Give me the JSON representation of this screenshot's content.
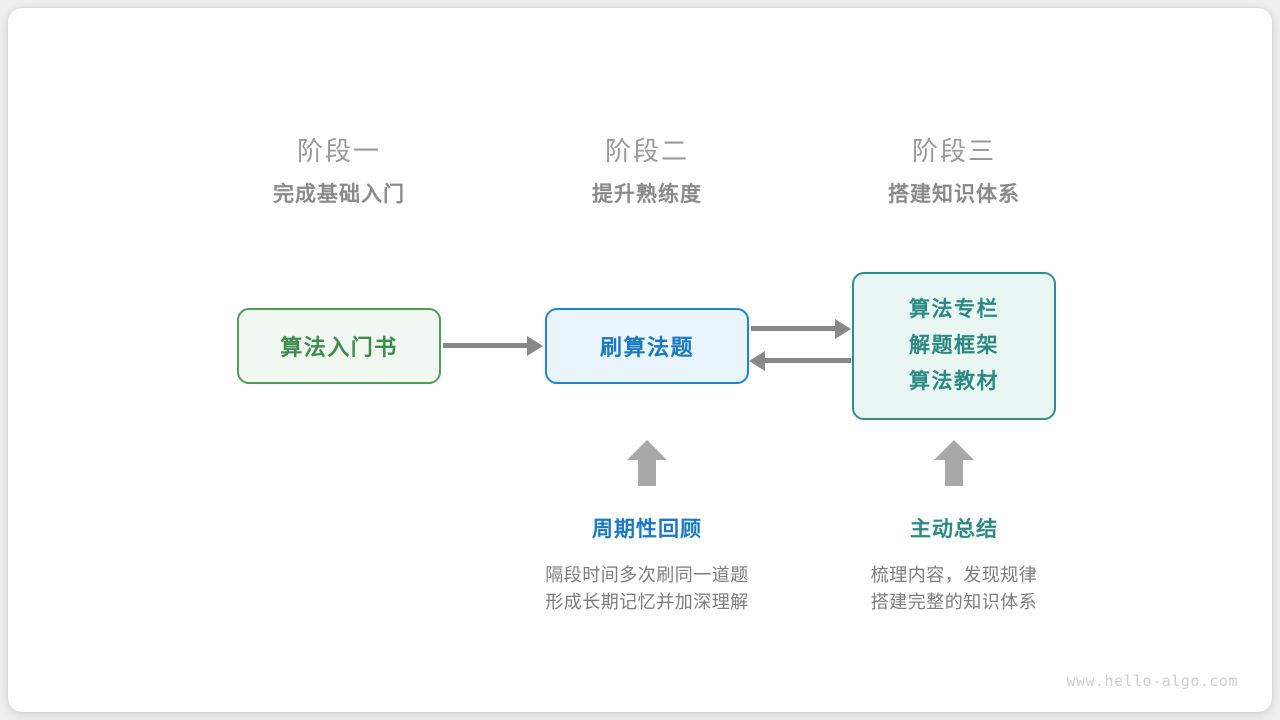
{
  "stages": [
    {
      "number": "阶段一",
      "name": "完成基础入门"
    },
    {
      "number": "阶段二",
      "name": "提升熟练度"
    },
    {
      "number": "阶段三",
      "name": "搭建知识体系"
    }
  ],
  "nodes": {
    "book": {
      "lines": [
        "算法入门书"
      ],
      "border_color": "#4e9c5e",
      "fill_color": "#f1f8f1",
      "text_color": "#3d8c4e"
    },
    "practice": {
      "lines": [
        "刷算法题"
      ],
      "border_color": "#1d86d2",
      "fill_color": "#e9f4fd",
      "text_color": "#1a79c4"
    },
    "resources": {
      "lines": [
        "算法专栏",
        "解题框架",
        "算法教材"
      ],
      "border_color": "#2f8f88",
      "fill_color": "#eaf6f4",
      "text_color": "#2a8a82"
    }
  },
  "arrows": {
    "book_to_practice": "right-arrow",
    "practice_to_resources": "right-arrow",
    "resources_to_practice": "left-arrow",
    "review_up": "up-arrow",
    "summary_up": "up-arrow",
    "color": "#888888"
  },
  "annotations": [
    {
      "title": "周期性回顾",
      "title_color": "#1a79c4",
      "desc_lines": [
        "隔段时间多次刷同一道题",
        "形成长期记忆并加深理解"
      ]
    },
    {
      "title": "主动总结",
      "title_color": "#2a8a82",
      "desc_lines": [
        "梳理内容，发现规律",
        "搭建完整的知识体系"
      ]
    }
  ],
  "watermark": "www.hello-algo.com"
}
